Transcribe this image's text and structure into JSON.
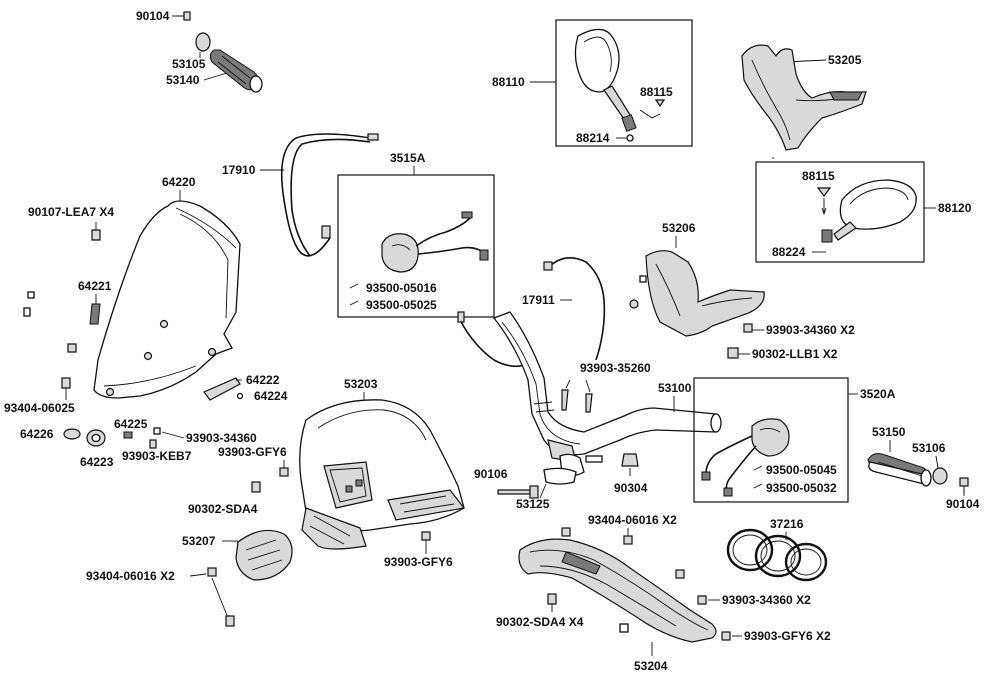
{
  "colors": {
    "line": "#111111",
    "background": "#ffffff",
    "part_fill": "#ffffff",
    "part_shade": "#d9d9d9"
  },
  "labels": {
    "p90104_top": "90104",
    "p53105": "53105",
    "p53140": "53140",
    "p17910": "17910",
    "p3515A": "3515A",
    "p93500_05016": "93500-05016",
    "p93500_05025": "93500-05025",
    "p88110": "88110",
    "p88115_top": "88115",
    "p88214": "88214",
    "p53205": "53205",
    "p88115_right": "88115",
    "p88120": "88120",
    "p88224": "88224",
    "p64220": "64220",
    "p90107": "90107-LEA7 X4",
    "p64221": "64221",
    "p93404_06025": "93404-06025",
    "p64222": "64222",
    "p64224": "64224",
    "p64225": "64225",
    "p93903_34360": "93903-34360",
    "p64226": "64226",
    "p64223": "64223",
    "p93903_keb7": "93903-KEB7",
    "p93903_gfy6_a": "93903-GFY6",
    "p53203": "53203",
    "p90302_sda4": "90302-SDA4",
    "p53207": "53207",
    "p93404_06016_left": "93404-06016 X2",
    "p93903_gfy6_b": "93903-GFY6",
    "p53206": "53206",
    "p17911": "17911",
    "p93903_34360_x2_top": "93903-34360 X2",
    "p90302_llb1": "90302-LLB1 X2",
    "p93903_35260": "93903-35260",
    "p53100": "53100",
    "p3520A": "3520A",
    "p90106": "90106",
    "p53125": "53125",
    "p90304": "90304",
    "p93500_05045": "93500-05045",
    "p93500_05032": "93500-05032",
    "p53150": "53150",
    "p53106": "53106",
    "p90104_right": "90104",
    "p93404_06016_mid": "93404-06016 X2",
    "p37216": "37216",
    "p90302_sda4_x4": "90302-SDA4 X4",
    "p93903_34360_x2_bottom": "93903-34360 X2",
    "p93903_gfy6_x2": "93903-GFY6 X2",
    "p53204": "53204"
  }
}
